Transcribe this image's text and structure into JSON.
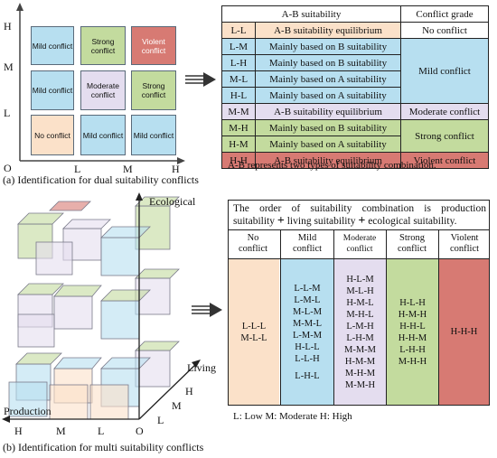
{
  "panel_a": {
    "caption": "(a) Identification for dual suitability conflicts",
    "axis": {
      "y_labels": [
        "H",
        "M",
        "L"
      ],
      "x_labels": [
        "L",
        "M",
        "H"
      ],
      "origin": "O"
    },
    "grid": [
      [
        "Mild conflict",
        "Strong conflict",
        "Violent conflict"
      ],
      [
        "Mild conflict",
        "Moderate conflict",
        "Strong conflict"
      ],
      [
        "No conflict",
        "Mild conflict",
        "Mild conflict"
      ]
    ],
    "table": {
      "headers": [
        "A-B suitability",
        "Conflict grade"
      ],
      "rows": [
        {
          "code": "L-L",
          "desc": "A-B suitability equilibrium"
        },
        {
          "code": "L-M",
          "desc": "Mainly based on B suitability"
        },
        {
          "code": "L-H",
          "desc": "Mainly based on B suitability"
        },
        {
          "code": "M-L",
          "desc": "Mainly based on A suitability"
        },
        {
          "code": "H-L",
          "desc": "Mainly based on A suitability"
        },
        {
          "code": "M-M",
          "desc": "A-B suitability equilibrium"
        },
        {
          "code": "M-H",
          "desc": "Mainly based on B suitability"
        },
        {
          "code": "H-M",
          "desc": "Mainly based on A suitability"
        },
        {
          "code": "H-H",
          "desc": "A-B suitability equilibrium"
        }
      ],
      "grades": [
        "No conflict",
        "Mild conflict",
        "Moderate conflict",
        "Strong conflict",
        "Violent conflict"
      ]
    },
    "note": "A-B represents two types of suitability combination."
  },
  "panel_b": {
    "caption": "(b) Identification for multi suitability conflicts",
    "axes": {
      "ecological": "Ecological",
      "living": "Living",
      "production": "Production",
      "origin": "O",
      "production_ticks": [
        "H",
        "M",
        "L"
      ],
      "living_ticks": [
        "L",
        "M",
        "H"
      ]
    },
    "intro_line1": "The order of suitability combination is production",
    "intro_line2_parts": [
      "suitability",
      "+",
      "living suitability",
      "+",
      "ecological suitability."
    ],
    "columns": [
      {
        "head": [
          "No",
          "conflict"
        ],
        "items": [
          "L-L-L",
          "M-L-L"
        ]
      },
      {
        "head": [
          "Mild",
          "conflict"
        ],
        "items": [
          "L-L-M",
          "L-M-L",
          "M-L-M",
          "M-M-L",
          "L-M-M",
          "H-L-L",
          "L-L-H",
          "",
          "L-H-L"
        ]
      },
      {
        "head": [
          "Moderate",
          "conflict"
        ],
        "items": [
          "H-L-M",
          "M-L-H",
          "H-M-L",
          "M-H-L",
          "L-M-H",
          "L-H-M",
          "M-M-M",
          "H-M-M",
          "M-H-M",
          "M-M-H"
        ]
      },
      {
        "head": [
          "Strong",
          "conflict"
        ],
        "items": [
          "H-L-H",
          "H-M-H",
          "H-H-L",
          "H-H-M",
          "L-H-H",
          "M-H-H"
        ]
      },
      {
        "head": [
          "Violent",
          "conflict"
        ],
        "items": [
          "H-H-H"
        ]
      }
    ],
    "legend_note": "L: Low  M: Moderate  H: High"
  },
  "colors": {
    "blue": "#b7dff0",
    "green": "#c3db9e",
    "red": "#d77a73",
    "purple": "#e4ddef",
    "peach": "#fbe1c9",
    "arrow": "#333333"
  }
}
